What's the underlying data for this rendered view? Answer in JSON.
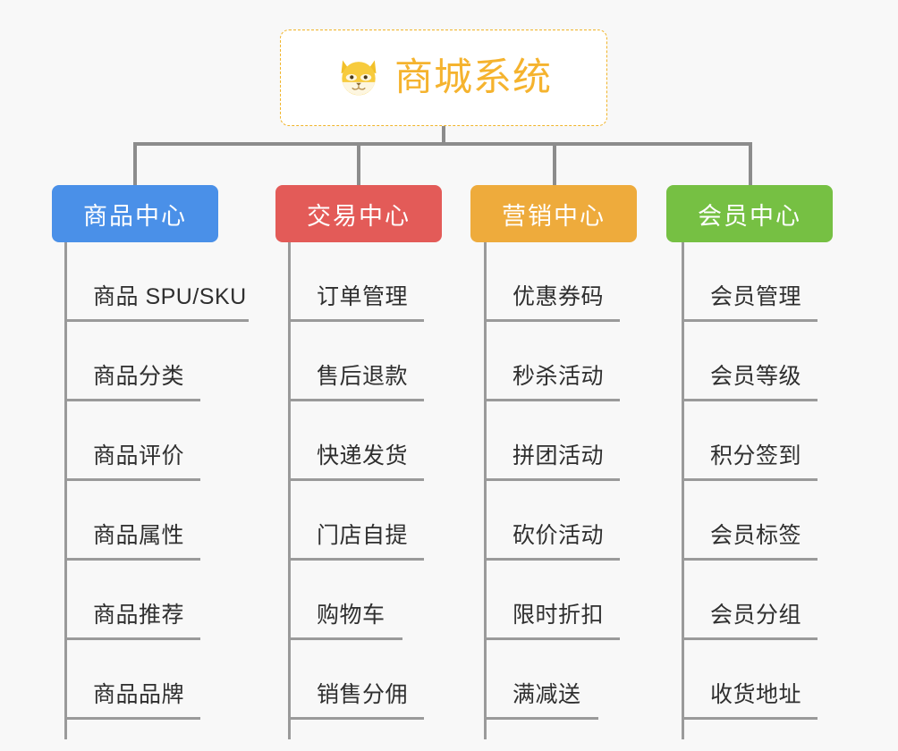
{
  "root": {
    "title": "商城系统",
    "icon": "shiba-dog-face-icon",
    "border_color": "#f0b429",
    "title_color": "#f5b32e",
    "background": "#ffffff"
  },
  "canvas": {
    "background": "#f8f8f8",
    "connector_color": "#8c8c8c"
  },
  "branches": [
    {
      "label": "商品中心",
      "color": "#4a90e8",
      "items": [
        "商品 SPU/SKU",
        "商品分类",
        "商品评价",
        "商品属性",
        "商品推荐",
        "商品品牌"
      ]
    },
    {
      "label": "交易中心",
      "color": "#e35b58",
      "items": [
        "订单管理",
        "售后退款",
        "快递发货",
        "门店自提",
        "购物车",
        "销售分佣"
      ]
    },
    {
      "label": "营销中心",
      "color": "#eeab3c",
      "items": [
        "优惠券码",
        "秒杀活动",
        "拼团活动",
        "砍价活动",
        "限时折扣",
        "满减送"
      ]
    },
    {
      "label": "会员中心",
      "color": "#76c043",
      "items": [
        "会员管理",
        "会员等级",
        "积分签到",
        "会员标签",
        "会员分组",
        "收货地址"
      ]
    }
  ]
}
